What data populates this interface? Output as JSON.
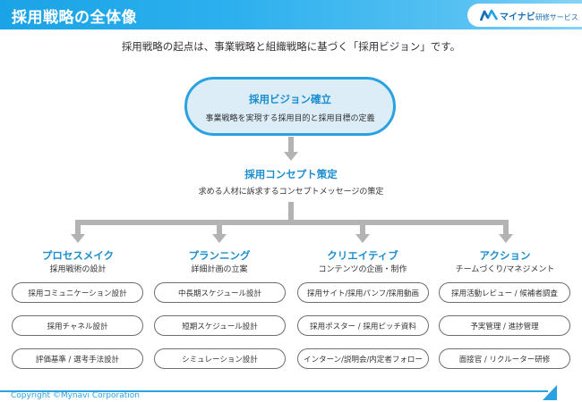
{
  "header": {
    "title": "採用戦略の全体像",
    "logo_brand": "マイナビ",
    "logo_sub": "研修サービス"
  },
  "intro": "採用戦略の起点は、事業戦略と組織戦略に基づく「採用ビジョン」です。",
  "vision": {
    "title": "採用ビジョン確立",
    "subtitle": "事業戦略を実現する採用目的と採用目標の定義"
  },
  "concept": {
    "title": "採用コンセプト策定",
    "subtitle": "求める人材に訴求するコンセプトメッセージの策定"
  },
  "columns": [
    {
      "title": "プロセスメイク",
      "subtitle": "採用戦術の設計",
      "items": [
        "採用コミュニケーション設計",
        "採用チャネル設計",
        "評価基準 / 選考手法設計"
      ]
    },
    {
      "title": "プランニング",
      "subtitle": "詳細計画の立案",
      "items": [
        "中長期スケジュール設計",
        "短期スケジュール設計",
        "シミュレーション設計"
      ]
    },
    {
      "title": "クリエイティブ",
      "subtitle": "コンテンツの企画・制作",
      "items": [
        "採用サイト/採用パンフ/採用動画",
        "採用ポスター / 採用ピッチ資料",
        "インターン/説明会/内定者フォロー"
      ]
    },
    {
      "title": "アクション",
      "subtitle": "チームづくり/マネジメント",
      "items": [
        "採用活動レビュー / 候補者調査",
        "予実管理 / 進捗管理",
        "面接官 / リクルーター研修"
      ]
    }
  ],
  "footer": {
    "copyright": "Copyright ©Mynavi Corporation"
  },
  "colors": {
    "accent": "#2aa1e1",
    "title_blue": "#1c8ecf",
    "connector_gray": "#b3b3b3",
    "vision_fill": "#dcedf8"
  }
}
